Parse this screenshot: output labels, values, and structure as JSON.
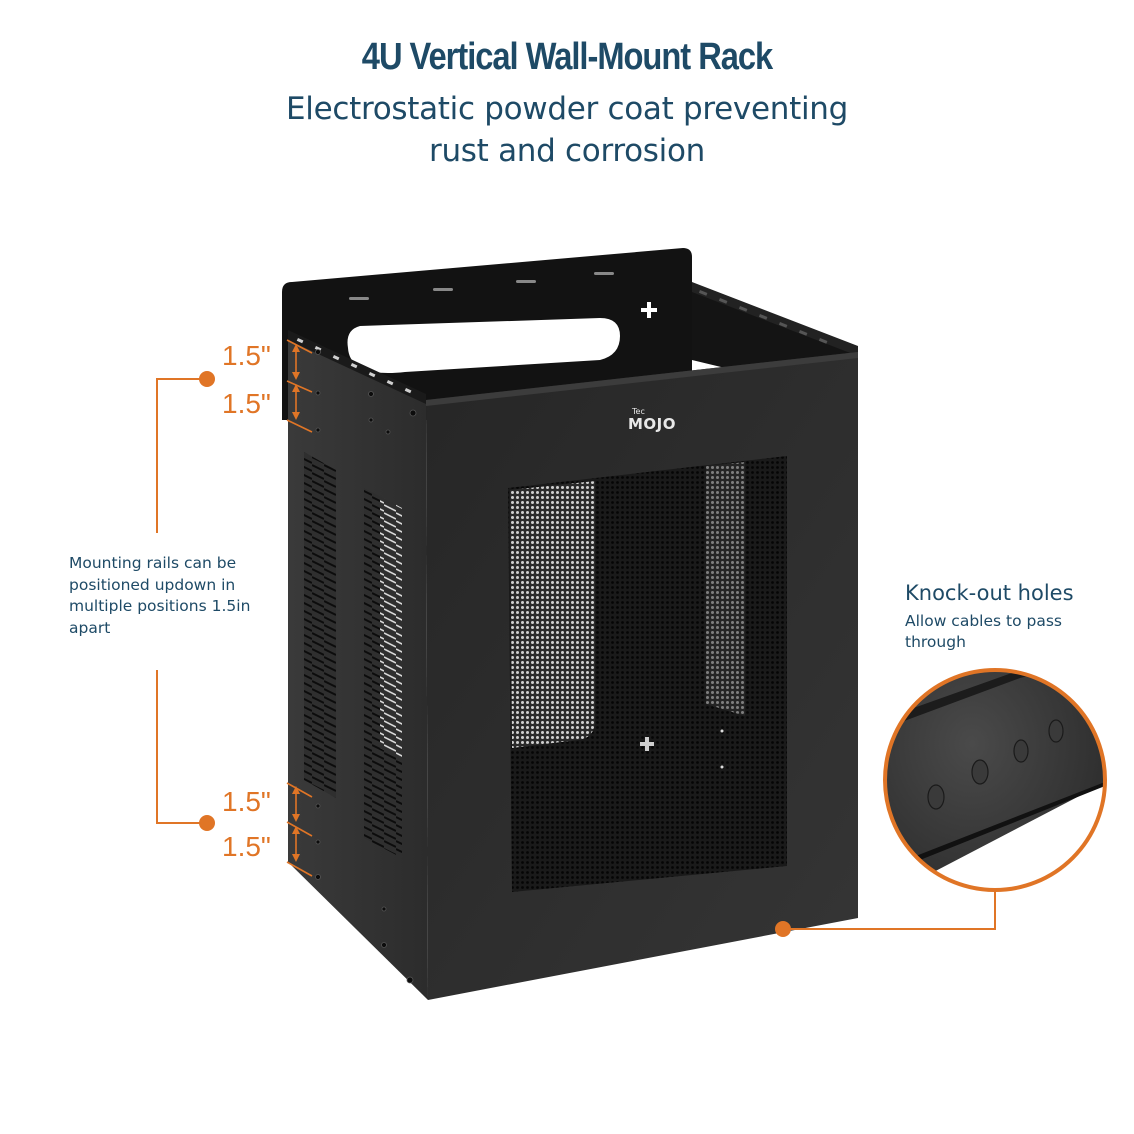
{
  "header": {
    "title": "4U Vertical Wall-Mount Rack",
    "subtitle_lines": [
      "Electrostatic powder coat preventing",
      "rust and corrosion"
    ]
  },
  "product": {
    "brand_small": "Tec",
    "brand_large": "MOJO",
    "body_color": "#2b2b2b",
    "accent_color": "#e07526",
    "text_color": "#1e4a66"
  },
  "dimensions": {
    "top": [
      "1.5\"",
      "1.5\""
    ],
    "bottom": [
      "1.5\"",
      "1.5\""
    ]
  },
  "notes": {
    "rails": {
      "lines": [
        "Mounting rails can be",
        "positioned updown in",
        "multiple positions 1.5in",
        "apart"
      ]
    },
    "knockout": {
      "title": "Knock-out holes",
      "lines": [
        "Allow cables to pass",
        "through"
      ]
    }
  }
}
